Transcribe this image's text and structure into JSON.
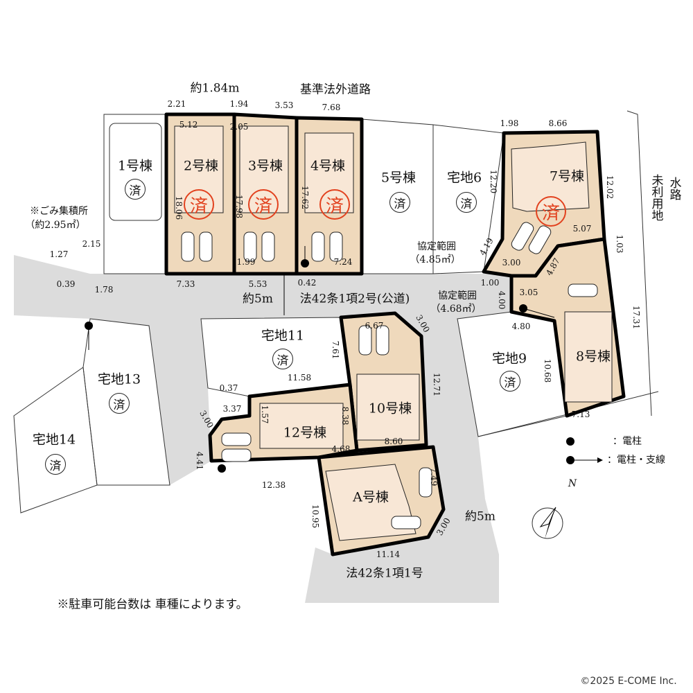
{
  "colors": {
    "lot_fill": "#efd9bc",
    "house_fill": "#f8e7d6",
    "road": "#dcdcdc",
    "sold_red": "#e2411e"
  },
  "lots": {
    "l1": "1号棟",
    "l2": "2号棟",
    "l3": "3号棟",
    "l4": "4号棟",
    "l5": "5号棟",
    "l6": "宅地6",
    "l7": "7号棟",
    "l8": "8号棟",
    "l9": "宅地9",
    "l10": "10号棟",
    "l11": "宅地11",
    "l12": "12号棟",
    "l13": "宅地13",
    "l14": "宅地14",
    "lA": "A号棟"
  },
  "sold_mark": "済",
  "labels": {
    "approx_184": "約1.84m",
    "outside_road": "基準法外道路",
    "garbage": "※ごみ集積所",
    "garbage_area": "（約2.95㎡）",
    "approx5m_top": "約5m",
    "public_road": "法42条1項2号(公道)",
    "agreement1": "協定範囲",
    "agreement1_area": "（4.85㎡）",
    "agreement2": "協定範囲",
    "agreement2_area": "（4.68㎡）",
    "unused_land": "未利用地",
    "waterway": "水路",
    "approx5m_bottom": "約5m",
    "road_bottom": "法42条1項1号"
  },
  "legend": {
    "pole": "：電柱",
    "pole_wire": "：電柱・支線",
    "north": "N"
  },
  "footer": {
    "note": "※駐車可能台数は 車種によります。",
    "copyright": "©2025  E-COME Inc."
  },
  "dims": [
    "2.21",
    "1.94",
    "3.53",
    "7.68",
    "5.12",
    "2.05",
    "18.06",
    "17.98",
    "17.62",
    "1.99",
    "7.24",
    "7.33",
    "5.53",
    "0.42",
    "2.15",
    "1.27",
    "0.39",
    "1.78",
    "1.98",
    "8.66",
    "12.20",
    "12.02",
    "5.07",
    "4.19",
    "3.00",
    "1.03",
    "4.87",
    "1.00",
    "3.05",
    "4.00",
    "4.80",
    "17.31",
    "10.68",
    "7.13",
    "6.67",
    "3.00",
    "7.61",
    "12.71",
    "11.58",
    "0.37",
    "3.37",
    "1.57",
    "8.38",
    "3.00",
    "8.60",
    "4.68",
    "4.41",
    "12.38",
    "7.49",
    "10.95",
    "3.00",
    "11.14"
  ]
}
